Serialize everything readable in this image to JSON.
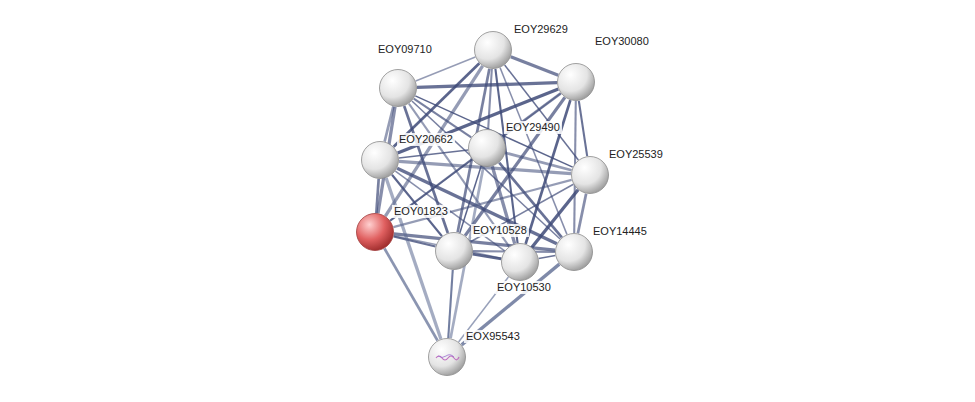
{
  "diagram": {
    "nodes": [
      {
        "text": [
          "EOY29629"
        ]
      },
      {
        "text": [
          "EOY09710"
        ]
      },
      {
        "text": [
          "EOY30080"
        ]
      },
      {
        "text": [
          "EOY20662"
        ]
      },
      {
        "text": [
          "EOY29490"
        ]
      },
      {
        "text": [
          "EOY25539"
        ]
      },
      {
        "text": [
          "EOY01823"
        ]
      },
      {
        "text": [
          "EOY10528"
        ]
      },
      {
        "text": [
          "EOY10530"
        ]
      },
      {
        "text": [
          "EOY14445"
        ]
      },
      {
        "text": [
          "EOX95543"
        ]
      }
    ],
    "edges": [
      {
        "from": 0,
        "to": 1,
        "arrow": "none"
      },
      {
        "from": 0,
        "to": 2,
        "arrow": "none"
      },
      {
        "from": 0,
        "to": 3,
        "arrow": "none"
      },
      {
        "from": 0,
        "to": 4,
        "arrow": "none"
      },
      {
        "from": 0,
        "to": 5,
        "arrow": "none"
      },
      {
        "from": 0,
        "to": 6,
        "arrow": "none"
      },
      {
        "from": 0,
        "to": 7,
        "arrow": "none"
      },
      {
        "from": 0,
        "to": 8,
        "arrow": "none"
      },
      {
        "from": 0,
        "to": 9,
        "arrow": "none"
      },
      {
        "from": 1,
        "to": 2,
        "arrow": "none"
      },
      {
        "from": 1,
        "to": 3,
        "arrow": "none"
      },
      {
        "from": 1,
        "to": 4,
        "arrow": "none"
      },
      {
        "from": 1,
        "to": 5,
        "arrow": "none"
      },
      {
        "from": 1,
        "to": 6,
        "arrow": "none"
      },
      {
        "from": 1,
        "to": 7,
        "arrow": "none"
      },
      {
        "from": 1,
        "to": 8,
        "arrow": "none"
      },
      {
        "from": 1,
        "to": 9,
        "arrow": "none"
      },
      {
        "from": 2,
        "to": 3,
        "arrow": "none"
      },
      {
        "from": 2,
        "to": 4,
        "arrow": "none"
      },
      {
        "from": 2,
        "to": 5,
        "arrow": "none"
      },
      {
        "from": 2,
        "to": 6,
        "arrow": "none"
      },
      {
        "from": 2,
        "to": 7,
        "arrow": "none"
      },
      {
        "from": 2,
        "to": 8,
        "arrow": "none"
      },
      {
        "from": 2,
        "to": 9,
        "arrow": "none"
      },
      {
        "from": 3,
        "to": 4,
        "arrow": "none"
      },
      {
        "from": 3,
        "to": 5,
        "arrow": "none"
      },
      {
        "from": 3,
        "to": 6,
        "arrow": "none"
      },
      {
        "from": 3,
        "to": 7,
        "arrow": "none"
      },
      {
        "from": 3,
        "to": 8,
        "arrow": "none"
      },
      {
        "from": 3,
        "to": 9,
        "arrow": "none"
      },
      {
        "from": 4,
        "to": 5,
        "arrow": "none"
      },
      {
        "from": 4,
        "to": 6,
        "arrow": "none"
      },
      {
        "from": 4,
        "to": 7,
        "arrow": "none"
      },
      {
        "from": 4,
        "to": 8,
        "arrow": "none"
      },
      {
        "from": 4,
        "to": 9,
        "arrow": "none"
      },
      {
        "from": 5,
        "to": 6,
        "arrow": "none"
      },
      {
        "from": 5,
        "to": 7,
        "arrow": "none"
      },
      {
        "from": 5,
        "to": 8,
        "arrow": "none"
      },
      {
        "from": 5,
        "to": 9,
        "arrow": "none"
      },
      {
        "from": 6,
        "to": 7,
        "arrow": "none"
      },
      {
        "from": 6,
        "to": 8,
        "arrow": "none"
      },
      {
        "from": 6,
        "to": 9,
        "arrow": "none"
      },
      {
        "from": 7,
        "to": 8,
        "arrow": "none"
      },
      {
        "from": 7,
        "to": 9,
        "arrow": "none"
      },
      {
        "from": 8,
        "to": 9,
        "arrow": "none"
      },
      {
        "from": 10,
        "to": 3,
        "arrow": "none"
      },
      {
        "from": 10,
        "to": 6,
        "arrow": "none"
      },
      {
        "from": 10,
        "to": 7,
        "arrow": "none"
      },
      {
        "from": 10,
        "to": 8,
        "arrow": "none"
      },
      {
        "from": 10,
        "to": 9,
        "arrow": "none"
      },
      {
        "from": 10,
        "to": 4,
        "arrow": "none"
      }
    ]
  }
}
